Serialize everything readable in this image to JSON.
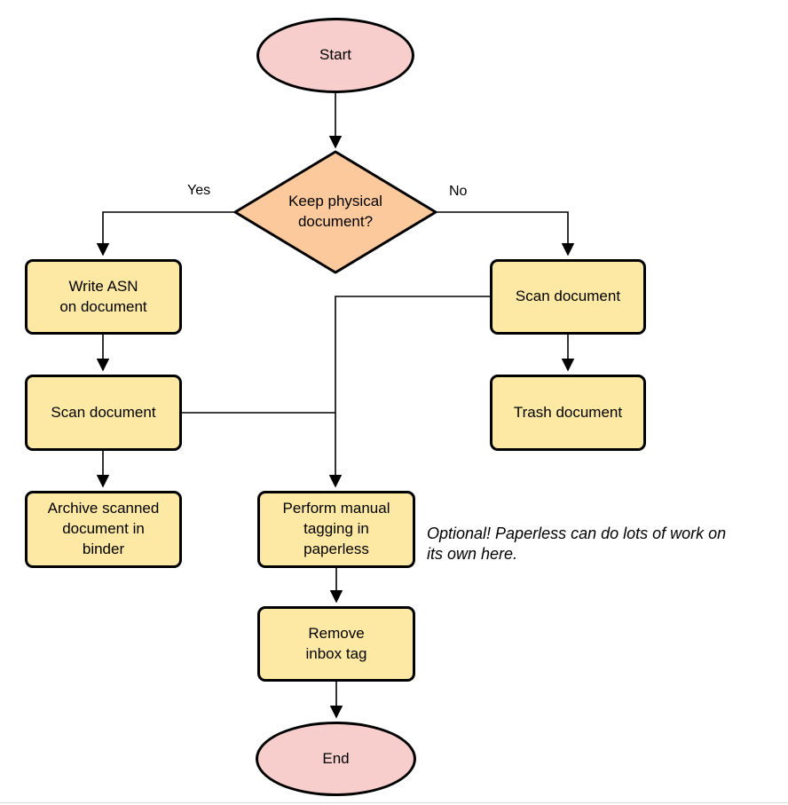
{
  "diagram": {
    "type": "flowchart",
    "nodes": {
      "start": {
        "label": "Start",
        "shape": "terminal"
      },
      "decision": {
        "label": "Keep physical\ndocument?",
        "shape": "decision"
      },
      "write_asn": {
        "label": "Write ASN\non document",
        "shape": "process"
      },
      "scan_left": {
        "label": "Scan document",
        "shape": "process"
      },
      "archive": {
        "label": "Archive scanned\ndocument in\nbinder",
        "shape": "process"
      },
      "scan_right": {
        "label": "Scan document",
        "shape": "process"
      },
      "trash": {
        "label": "Trash document",
        "shape": "process"
      },
      "perform_tagging": {
        "label": "Perform manual\ntagging in\npaperless",
        "shape": "process"
      },
      "remove_inbox": {
        "label": "Remove\ninbox tag",
        "shape": "process"
      },
      "end": {
        "label": "End",
        "shape": "terminal"
      }
    },
    "edge_labels": {
      "yes": "Yes",
      "no": "No"
    },
    "note": "Optional! Paperless can do lots of work on\nits own here.",
    "colors": {
      "terminal_fill": "#f8cecc",
      "decision_fill": "#fcc99c",
      "process_fill": "#fde9a3",
      "stroke": "#000000"
    }
  }
}
